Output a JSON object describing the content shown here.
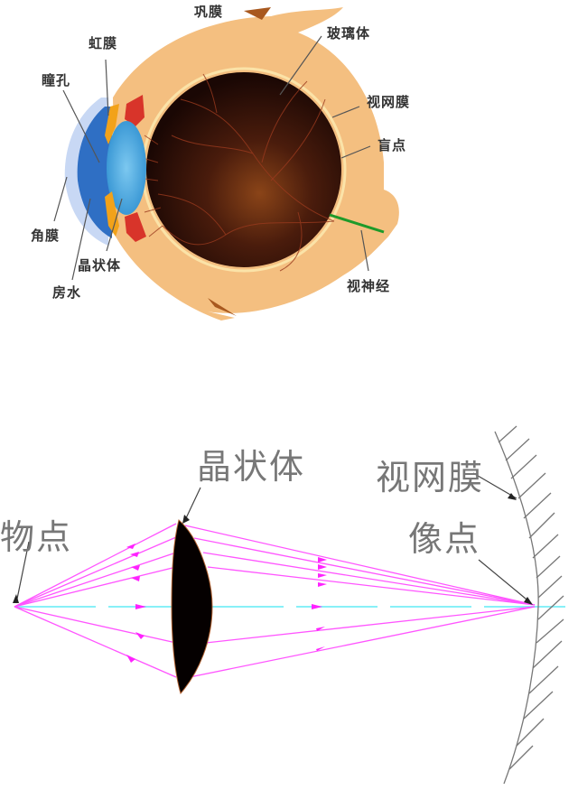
{
  "eye_anatomy": {
    "labels": {
      "sclera": "巩膜",
      "iris": "虹膜",
      "pupil": "瞳孔",
      "cornea": "角膜",
      "lens": "晶状体",
      "aqueous_humor": "房水",
      "vitreous_body": "玻璃体",
      "retina": "视网膜",
      "blind_spot": "盲点",
      "optic_nerve": "视神经"
    },
    "colors": {
      "sclera": "#f4bf80",
      "eyeball_interior": "#2a0f08",
      "fundus_center": "#8a4418",
      "cornea": "#2f6fc4",
      "lens": "#4fb3e8",
      "iris": "#f2a21a",
      "ciliary": "#d8342a",
      "optic_nerve_line": "#1e9a2a"
    }
  },
  "optics_diagram": {
    "labels": {
      "object_point": "物点",
      "lens": "晶状体",
      "retina": "视网膜",
      "image_point": "像点"
    },
    "colors": {
      "rays": "#ff44ff",
      "axis": "#88f0f8",
      "lens": "#000000",
      "retina_line": "#777777"
    }
  }
}
